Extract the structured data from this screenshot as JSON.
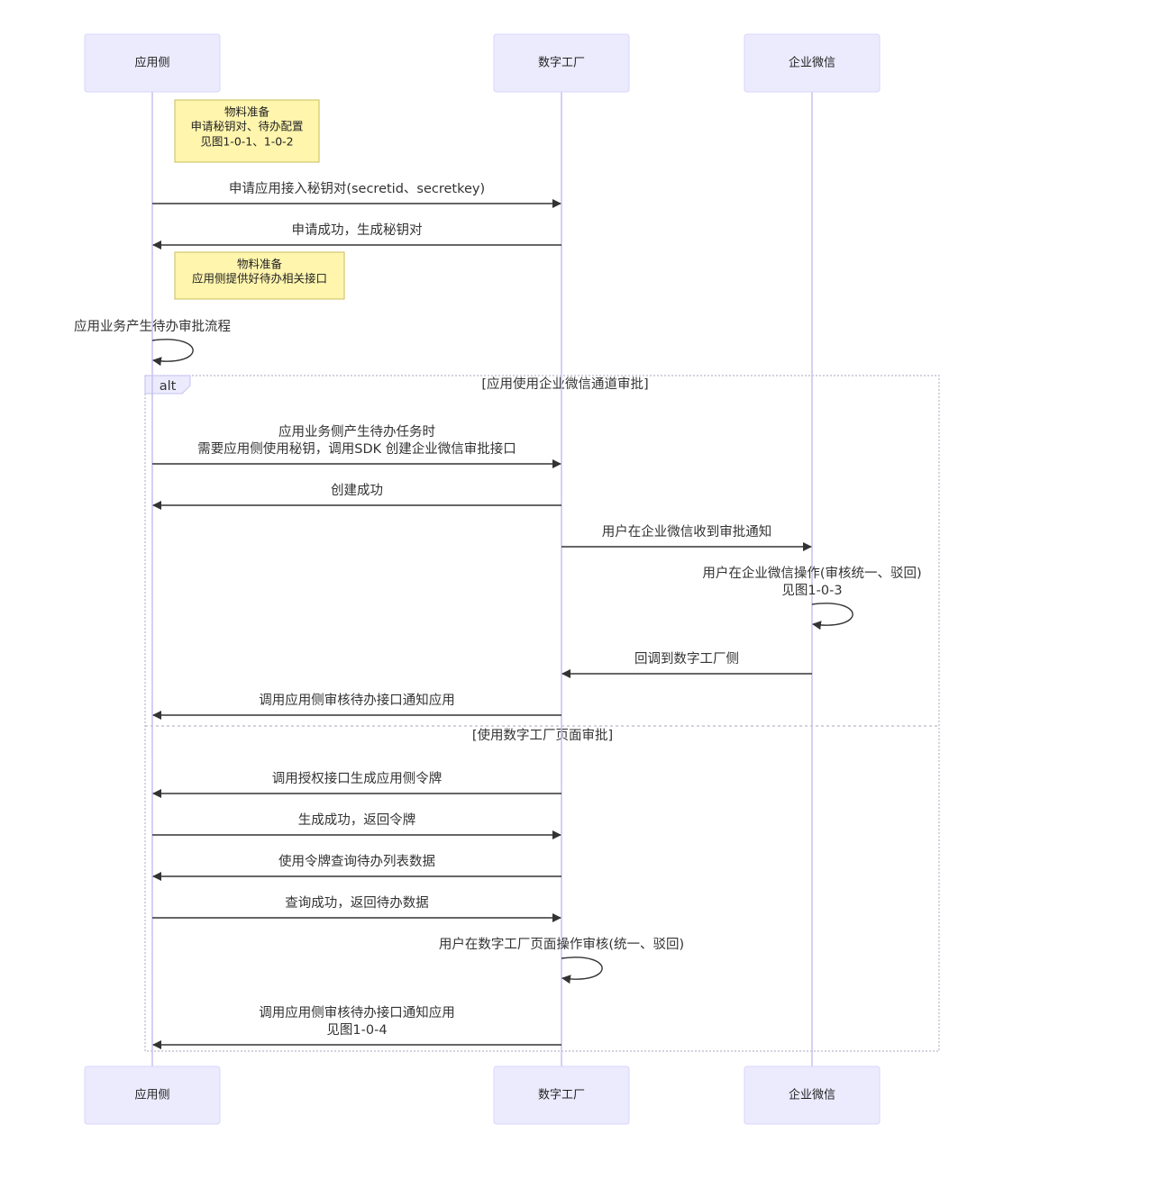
{
  "diagram": {
    "type": "sequence",
    "participants": [
      {
        "id": "app",
        "label": "应用侧"
      },
      {
        "id": "factory",
        "label": "数字工厂"
      },
      {
        "id": "wecom",
        "label": "企业微信"
      }
    ],
    "notes": [
      {
        "id": "note1",
        "over": "app",
        "lines": [
          "物料准备",
          "申请秘钥对、待办配置",
          "见图1-0-1、1-0-2"
        ]
      },
      {
        "id": "note2",
        "over": "app",
        "lines": [
          "物料准备",
          "应用侧提供好待办相关接口"
        ]
      }
    ],
    "messages": [
      {
        "id": "m1",
        "from": "app",
        "to": "factory",
        "lines": [
          "申请应用接入秘钥对(secretid、secretkey)"
        ]
      },
      {
        "id": "m2",
        "from": "factory",
        "to": "app",
        "lines": [
          "申请成功，生成秘钥对"
        ]
      },
      {
        "id": "m3",
        "from": "app",
        "to": "app",
        "lines": [
          "应用业务产生待办审批流程"
        ]
      },
      {
        "id": "m4",
        "from": "app",
        "to": "factory",
        "lines": [
          "应用业务侧产生待办任务时",
          "需要应用侧使用秘钥，调用SDK 创建企业微信审批接口"
        ]
      },
      {
        "id": "m5",
        "from": "factory",
        "to": "app",
        "lines": [
          "创建成功"
        ]
      },
      {
        "id": "m6",
        "from": "factory",
        "to": "wecom",
        "lines": [
          "用户在企业微信收到审批通知"
        ]
      },
      {
        "id": "m7",
        "from": "wecom",
        "to": "wecom",
        "lines": [
          "用户在企业微信操作(审核统一、驳回)",
          "见图1-0-3"
        ]
      },
      {
        "id": "m8",
        "from": "wecom",
        "to": "factory",
        "lines": [
          "回调到数字工厂侧"
        ]
      },
      {
        "id": "m9",
        "from": "factory",
        "to": "app",
        "lines": [
          "调用应用侧审核待办接口通知应用"
        ]
      },
      {
        "id": "m10",
        "from": "factory",
        "to": "app",
        "lines": [
          "调用授权接口生成应用侧令牌"
        ]
      },
      {
        "id": "m11",
        "from": "app",
        "to": "factory",
        "lines": [
          "生成成功，返回令牌"
        ]
      },
      {
        "id": "m12",
        "from": "factory",
        "to": "app",
        "lines": [
          "使用令牌查询待办列表数据"
        ]
      },
      {
        "id": "m13",
        "from": "app",
        "to": "factory",
        "lines": [
          "查询成功，返回待办数据"
        ]
      },
      {
        "id": "m14",
        "from": "factory",
        "to": "factory",
        "lines": [
          "用户在数字工厂页面操作审核(统一、驳回)"
        ]
      },
      {
        "id": "m15",
        "from": "factory",
        "to": "app",
        "lines": [
          "调用应用侧审核待办接口通知应用",
          "见图1-0-4"
        ]
      }
    ],
    "alt_block": {
      "keyword": "alt",
      "conditions": [
        "[应用使用企业微信通道审批]",
        "[使用数字工厂页面审批]"
      ]
    }
  }
}
